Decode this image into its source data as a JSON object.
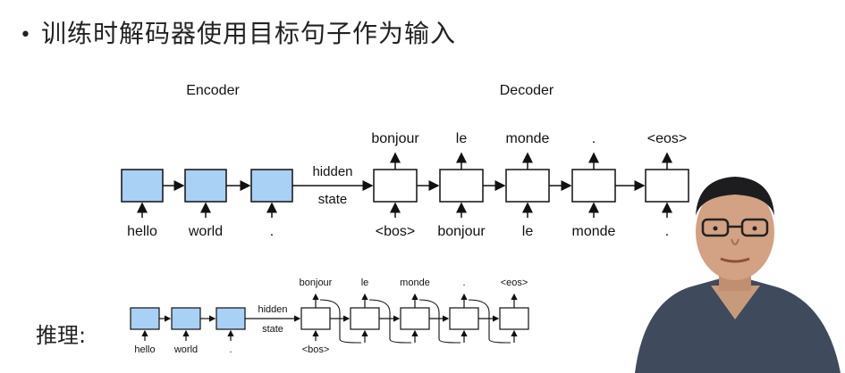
{
  "slide": {
    "bullet_text": "训练时解码器使用目标句子作为输入",
    "inference_label": "推理:"
  },
  "training_diagram": {
    "encoder_label": "Encoder",
    "decoder_label": "Decoder",
    "hidden_label": "hidden",
    "state_label": "state",
    "encoder_inputs": [
      "hello",
      "world",
      "."
    ],
    "decoder_inputs": [
      "<bos>",
      "bonjour",
      "le",
      "monde",
      "."
    ],
    "decoder_outputs": [
      "bonjour",
      "le",
      "monde",
      ".",
      "<eos>"
    ]
  },
  "inference_diagram": {
    "hidden_label": "hidden",
    "state_label": "state",
    "encoder_inputs": [
      "hello",
      "world",
      "."
    ],
    "decoder_input": "<bos>",
    "decoder_outputs": [
      "bonjour",
      "le",
      "monde",
      ".",
      "<eos>"
    ]
  },
  "colors": {
    "encoder_fill": "#a9d0f5",
    "decoder_fill": "#ffffff",
    "stroke": "#111111"
  }
}
